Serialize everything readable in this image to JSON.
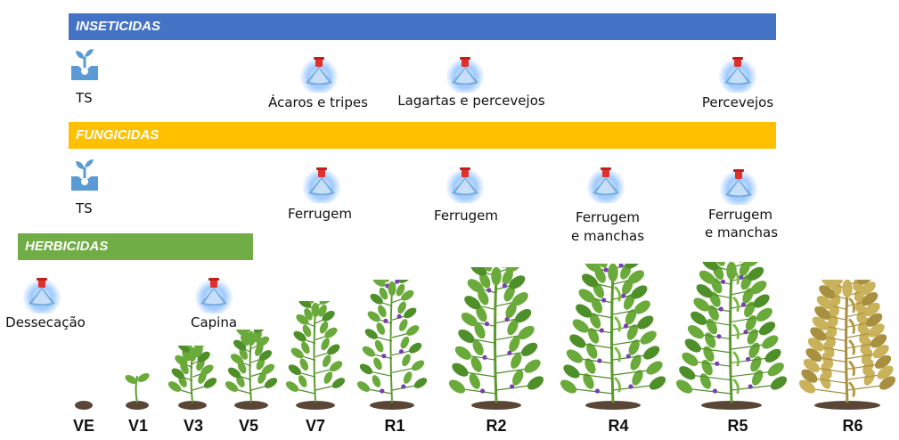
{
  "bands": {
    "insecticides": "INSETICIDAS",
    "fungicides": "FUNGICIDAS",
    "herbicides": "HERBICIDAS"
  },
  "insecticides": {
    "seed_treatment": "TS",
    "applications": [
      "Ácaros e tripes",
      "Lagartas e percevejos",
      "Percevejos"
    ]
  },
  "fungicides": {
    "seed_treatment": "TS",
    "applications": [
      "Ferrugem",
      "Ferrugem",
      "Ferrugem",
      "e manchas",
      "Ferrugem",
      "e manchas"
    ]
  },
  "herbicides": {
    "applications": [
      "Dessecação",
      "Capina"
    ]
  },
  "stages": [
    "VE",
    "V1",
    "V3",
    "V5",
    "V7",
    "R1",
    "R2",
    "R4",
    "R5",
    "R6"
  ],
  "colors": {
    "insecticides": "#4472c4",
    "fungicides": "#ffc000",
    "herbicides": "#70ad47",
    "leaf": "#6aaa3a",
    "leaf_dark": "#4e8f2a",
    "flower": "#7a3fb0",
    "senescent": "#c9b25a",
    "soil": "#5a4636"
  },
  "icons": {
    "seed_treatment": "seedling-in-hand-icon",
    "spray": "spray-nozzle-icon"
  }
}
